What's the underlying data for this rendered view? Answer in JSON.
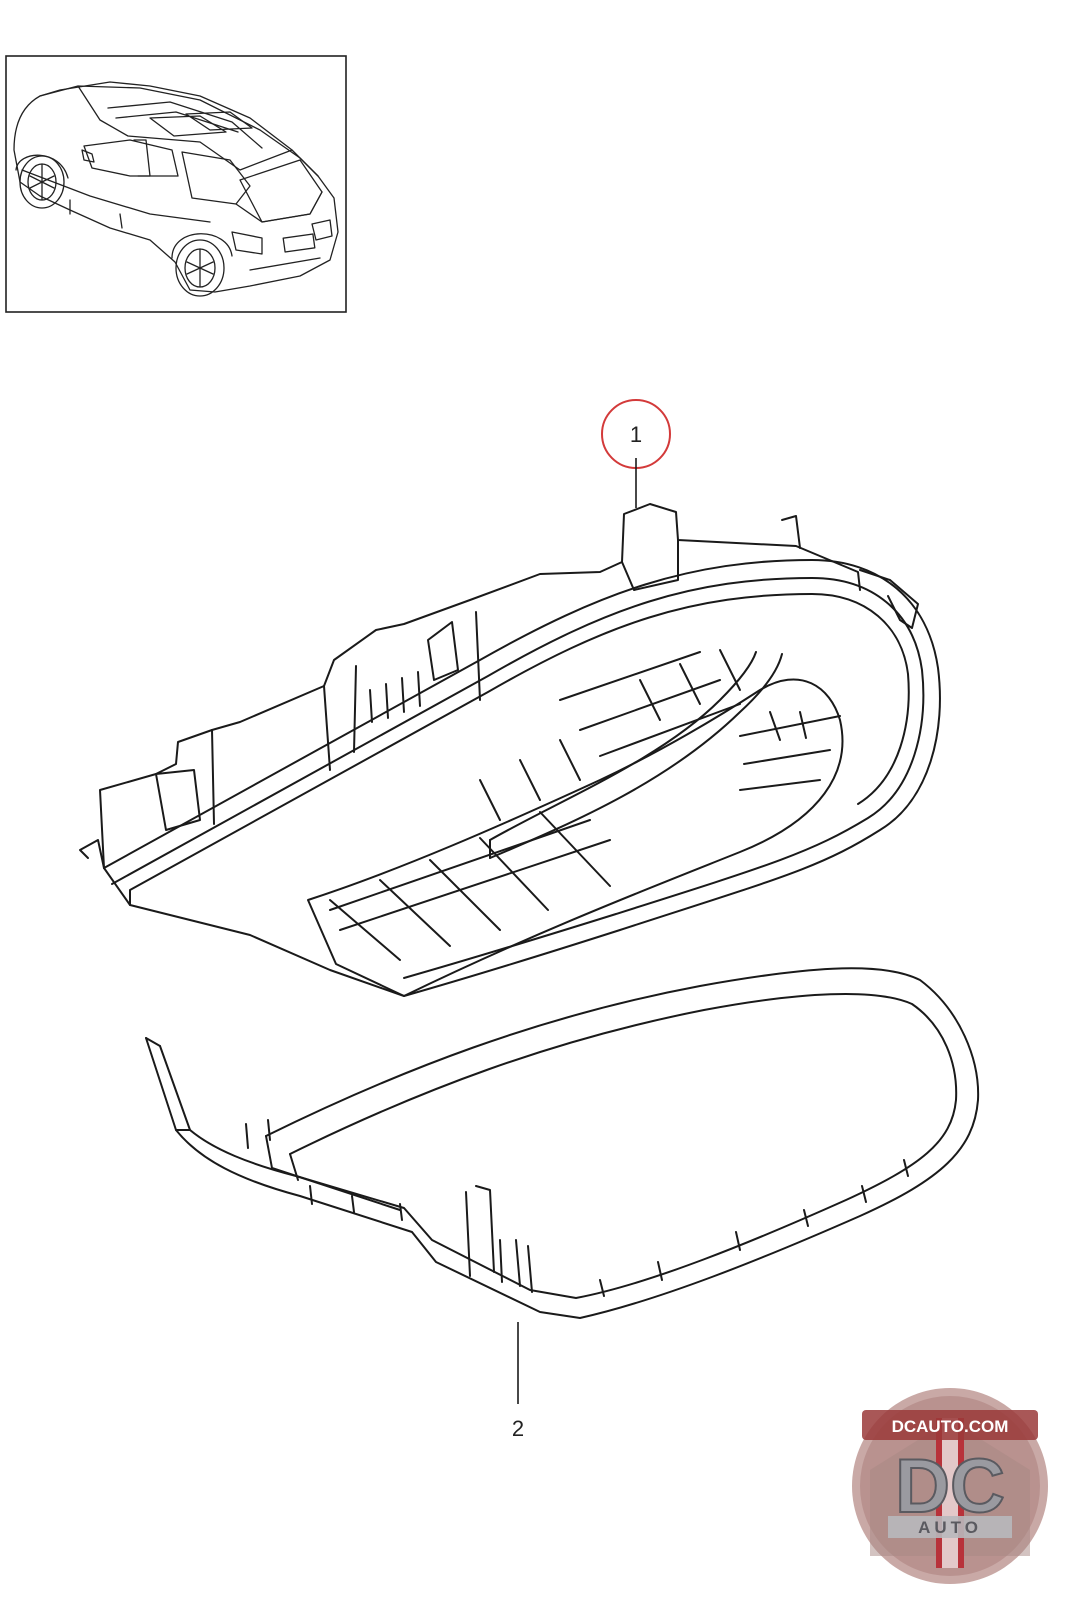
{
  "callouts": [
    {
      "number": "1",
      "highlighted": true
    },
    {
      "number": "2",
      "highlighted": false
    }
  ],
  "logo": {
    "domain_text": "DCAUTO.COM",
    "letters": "DC",
    "sub_text": "AUTO"
  },
  "colors": {
    "line": "#1a1a1a",
    "highlight_circle": "#d33a3a",
    "logo_red": "#b8323a",
    "logo_gray": "#9a9aa0"
  }
}
